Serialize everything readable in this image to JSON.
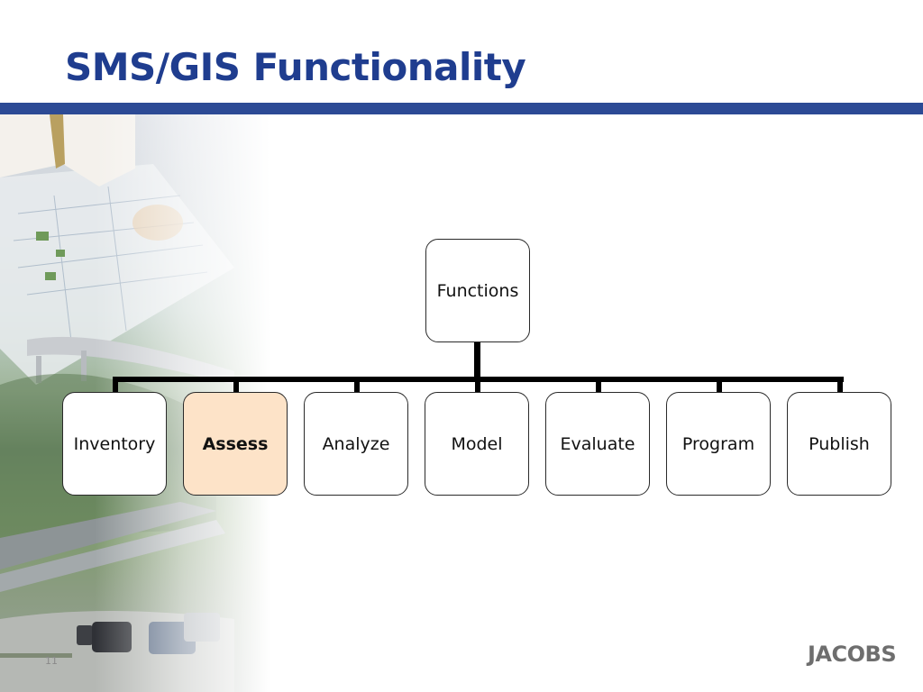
{
  "slide": {
    "title": "SMS/GIS Functionality",
    "number": "11",
    "logo_text": "JACOBS"
  },
  "colors": {
    "title": "#1f3d8f",
    "rule": "#2c4a95",
    "highlight_fill": "#fde3c8",
    "node_border": "#2a2a2a"
  },
  "diagram": {
    "root": {
      "label": "Functions"
    },
    "children": [
      {
        "label": "Inventory",
        "highlighted": false
      },
      {
        "label": "Assess",
        "highlighted": true
      },
      {
        "label": "Analyze",
        "highlighted": false
      },
      {
        "label": "Model",
        "highlighted": false
      },
      {
        "label": "Evaluate",
        "highlighted": false
      },
      {
        "label": "Program",
        "highlighted": false
      },
      {
        "label": "Publish",
        "highlighted": false
      }
    ]
  }
}
